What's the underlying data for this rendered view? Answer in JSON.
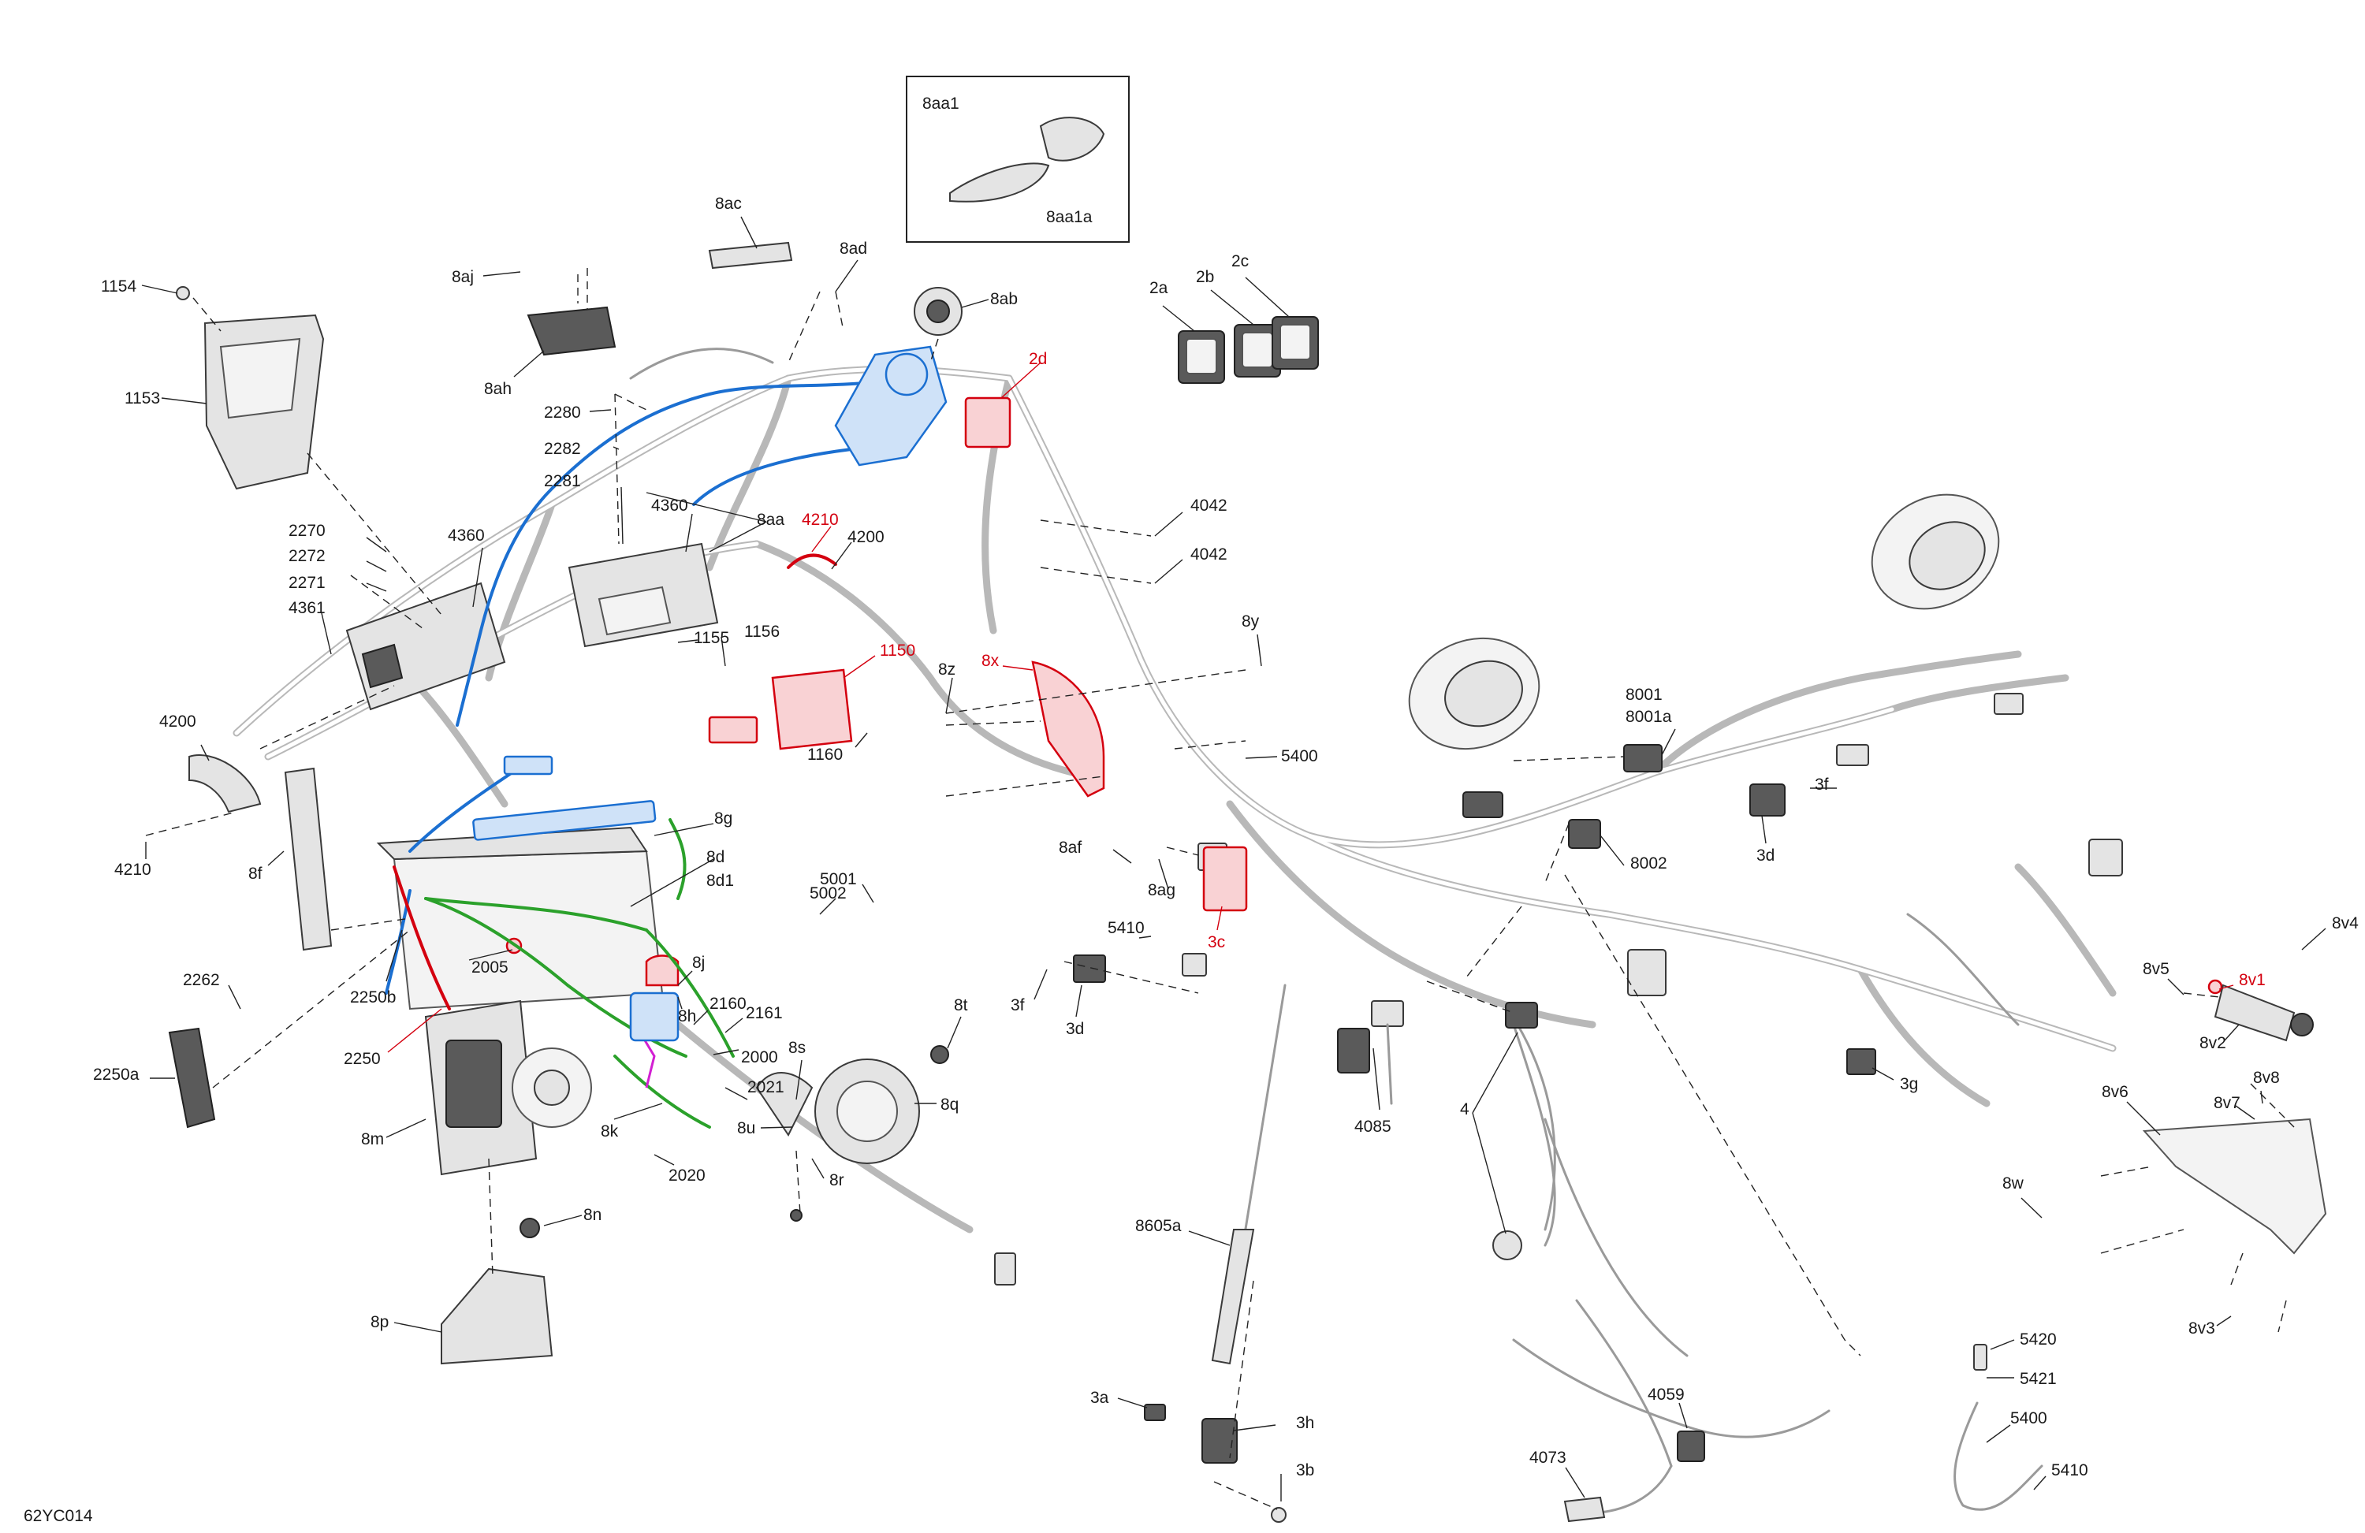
{
  "figure_code": "62YC014",
  "colors": {
    "blue": "#1b6fd1",
    "red": "#d4000f",
    "green": "#2ba12b",
    "magenta": "#d21fd2"
  },
  "inset": {
    "label_key": "8aa1",
    "label_blade": "8aa1a"
  },
  "callouts": {
    "c1154": "1154",
    "c1153": "1153",
    "c8aj": "8aj",
    "c8ah": "8ah",
    "c8ac": "8ac",
    "c8ad": "8ad",
    "c8ab": "8ab",
    "c2a": "2a",
    "c2b": "2b",
    "c2c": "2c",
    "c2d": "2d",
    "c2280": "2280",
    "c2282": "2282",
    "c2281": "2281",
    "c4360a": "4360",
    "c4360b": "4360",
    "c8aa": "8aa",
    "c4210a": "4210",
    "c4200a": "4200",
    "c4042a": "4042",
    "c4042b": "4042",
    "c2270": "2270",
    "c2272": "2272",
    "c2271": "2271",
    "c4361": "4361",
    "c1155": "1155",
    "c1156": "1156",
    "c1150": "1150",
    "c1160": "1160",
    "c8z": "8z",
    "c8x": "8x",
    "c8y": "8y",
    "c4200b": "4200",
    "c4210b": "4210",
    "c8f": "8f",
    "c8g": "8g",
    "c8d": "8d",
    "c8d1": "8d1",
    "c5002": "5002",
    "c5001": "5001",
    "c5400a": "5400",
    "c8af": "8af",
    "c8ag": "8ag",
    "c8001": "8001",
    "c8001a": "8001a",
    "c3f_a": "3f",
    "c3d_a": "3d",
    "c8002": "8002",
    "c5410a": "5410",
    "c3c": "3c",
    "c3f_b": "3f",
    "c3d_b": "3d",
    "c2262": "2262",
    "c2250b": "2250b",
    "c2005": "2005",
    "c2250": "2250",
    "c2250a": "2250a",
    "c8j": "8j",
    "c8h": "8h",
    "c2160": "2160",
    "c2161": "2161",
    "c2000": "2000",
    "c8t": "8t",
    "c8s": "8s",
    "c2021": "2021",
    "c8u": "8u",
    "c8q": "8q",
    "c8k": "8k",
    "c2020": "2020",
    "c8r": "8r",
    "c8m": "8m",
    "c8n": "8n",
    "c8p": "8p",
    "c4085": "4085",
    "c4": "4",
    "c3g": "3g",
    "c8v1": "8v1",
    "c8v4": "8v4",
    "c8v5": "8v5",
    "c8v2": "8v2",
    "c8v6": "8v6",
    "c8v8": "8v8",
    "c8v7": "8v7",
    "c8w": "8w",
    "c8v3": "8v3",
    "c8605a": "8605a",
    "c3a": "3a",
    "c3h": "3h",
    "c3b": "3b",
    "c4059": "4059",
    "c4073": "4073",
    "c5420": "5420",
    "c5421": "5421",
    "c5400b": "5400",
    "c5410b": "5410"
  }
}
